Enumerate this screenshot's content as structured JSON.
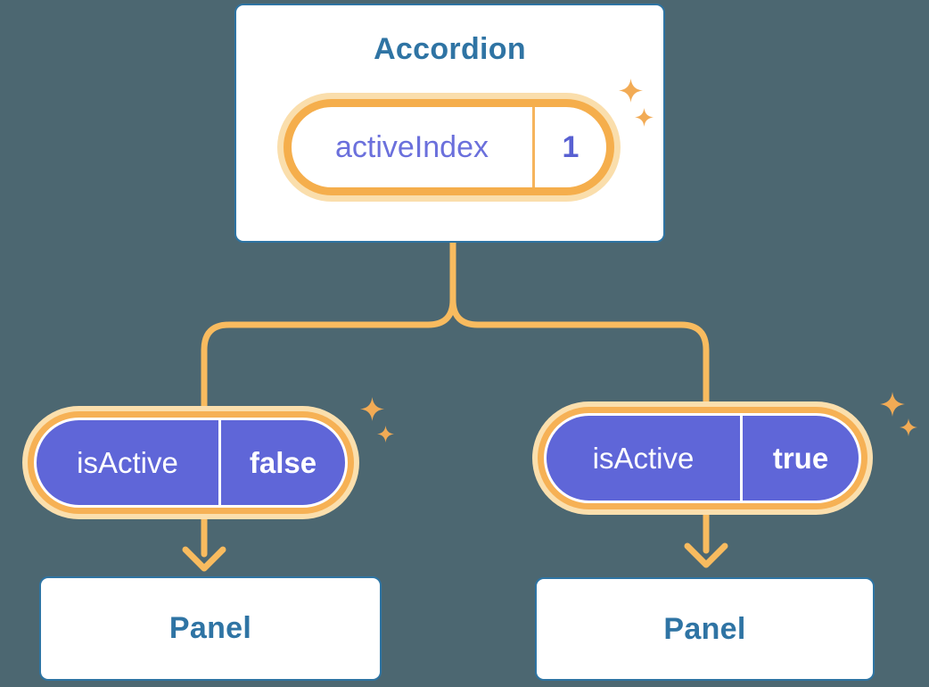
{
  "accordion": {
    "title": "Accordion",
    "state_pill": {
      "label": "activeIndex",
      "value": "1"
    }
  },
  "branches": [
    {
      "prop_pill": {
        "label": "isActive",
        "value": "false"
      },
      "panel": {
        "title": "Panel"
      }
    },
    {
      "prop_pill": {
        "label": "isActive",
        "value": "true"
      },
      "panel": {
        "title": "Panel"
      }
    }
  ],
  "colors": {
    "background": "#4C6771",
    "card_border": "#2E74A3",
    "heading_text": "#2F74A4",
    "orange_ring": "#F6B155",
    "orange_halo": "#FBDFAD",
    "orange_line": "#F8BB5F",
    "indigo_fill": "#5F66D8",
    "indigo_label": "#6B70DC",
    "indigo_value": "#5860D2",
    "sparkle": "#F2AB55"
  }
}
